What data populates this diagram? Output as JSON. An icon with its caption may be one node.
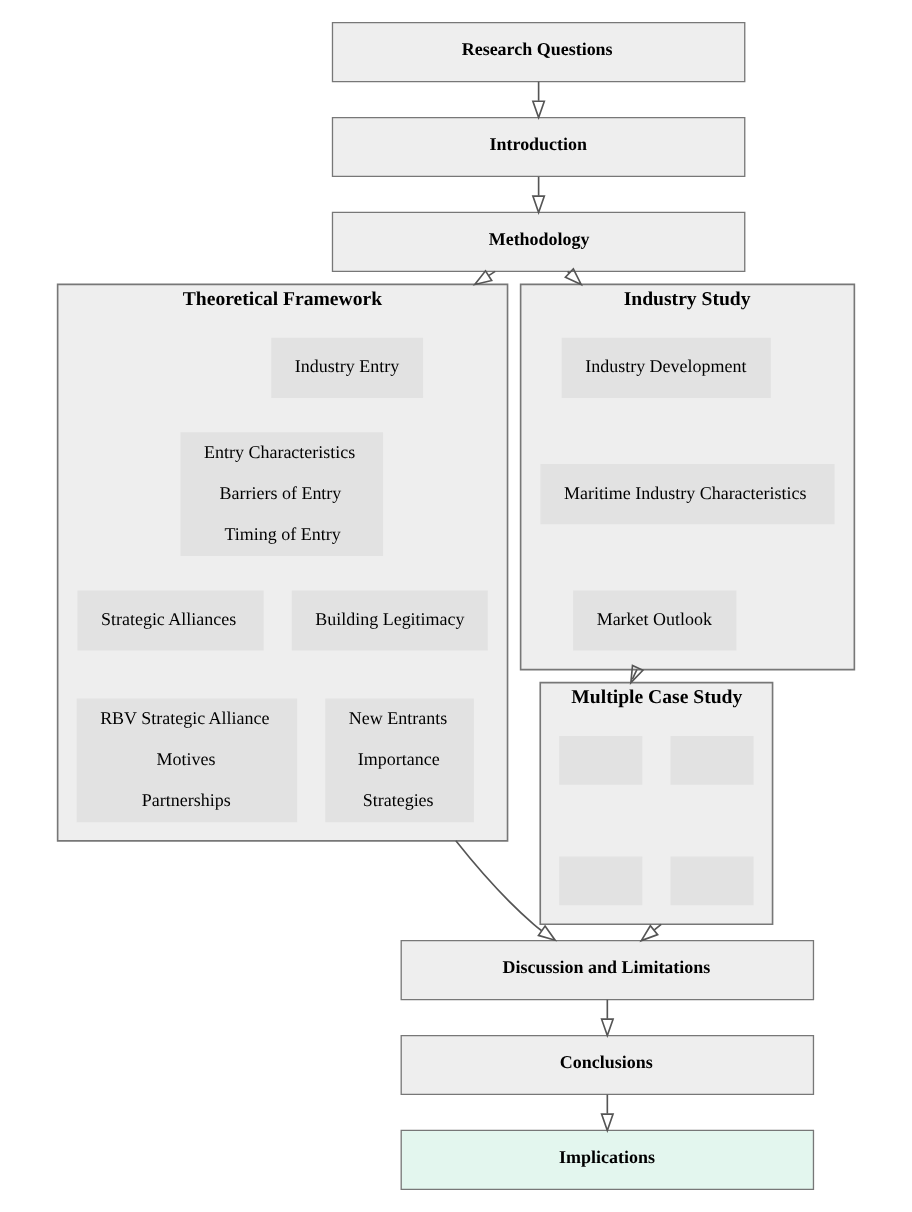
{
  "diagram": {
    "nodes": [
      {
        "text": [
          "Research Questions"
        ]
      },
      {
        "text": [
          "Introduction"
        ]
      },
      {
        "text": [
          "Methodology"
        ]
      },
      {
        "text": [
          "Theoretical Framework"
        ]
      },
      {
        "text": [
          "Industry Entry"
        ],
        "in": 3
      },
      {
        "text": [
          "Entry Characteristics",
          "Barriers of Entry",
          "Timing of Entry"
        ],
        "in": 3
      },
      {
        "text": [
          "Strategic Alliances"
        ],
        "in": 3
      },
      {
        "text": [
          "Building Legitimacy"
        ],
        "in": 3
      },
      {
        "text": [
          "RBV Strategic Alliance",
          "Motives",
          "Partnerships"
        ],
        "in": 3
      },
      {
        "text": [
          "New Entrants",
          "Importance",
          "Strategies"
        ],
        "in": 3
      },
      {
        "text": [
          "Industry Study"
        ]
      },
      {
        "text": [
          "Industry Development"
        ],
        "in": 10
      },
      {
        "text": [
          "Maritime Industry Characteristics"
        ],
        "in": 10
      },
      {
        "text": [
          "Market Outlook"
        ],
        "in": 10
      },
      {
        "text": [
          "Multiple Case Study"
        ]
      },
      {
        "text": [],
        "shape": "box",
        "in": 14
      },
      {
        "text": [],
        "shape": "box",
        "in": 14
      },
      {
        "text": [],
        "shape": "box",
        "in": 14
      },
      {
        "text": [],
        "shape": "box",
        "in": 14
      },
      {
        "text": [
          "Discussion and Limitations"
        ]
      },
      {
        "text": [
          "Conclusions"
        ]
      },
      {
        "text": [
          "Implications"
        ]
      }
    ],
    "edges": [
      {
        "from": 0,
        "to": 1,
        "arrow": "to"
      },
      {
        "from": 1,
        "to": 2,
        "arrow": "to"
      },
      {
        "from": 2,
        "to": 3,
        "arrow": "to"
      },
      {
        "from": 2,
        "to": 10,
        "arrow": "to"
      },
      {
        "from": 10,
        "to": 14,
        "arrow": "to"
      },
      {
        "from": 3,
        "to": 19,
        "arrow": "to"
      },
      {
        "from": 14,
        "to": 19,
        "arrow": "to"
      },
      {
        "from": 19,
        "to": 20,
        "arrow": "to"
      },
      {
        "from": 20,
        "to": 21,
        "arrow": "to"
      }
    ]
  }
}
